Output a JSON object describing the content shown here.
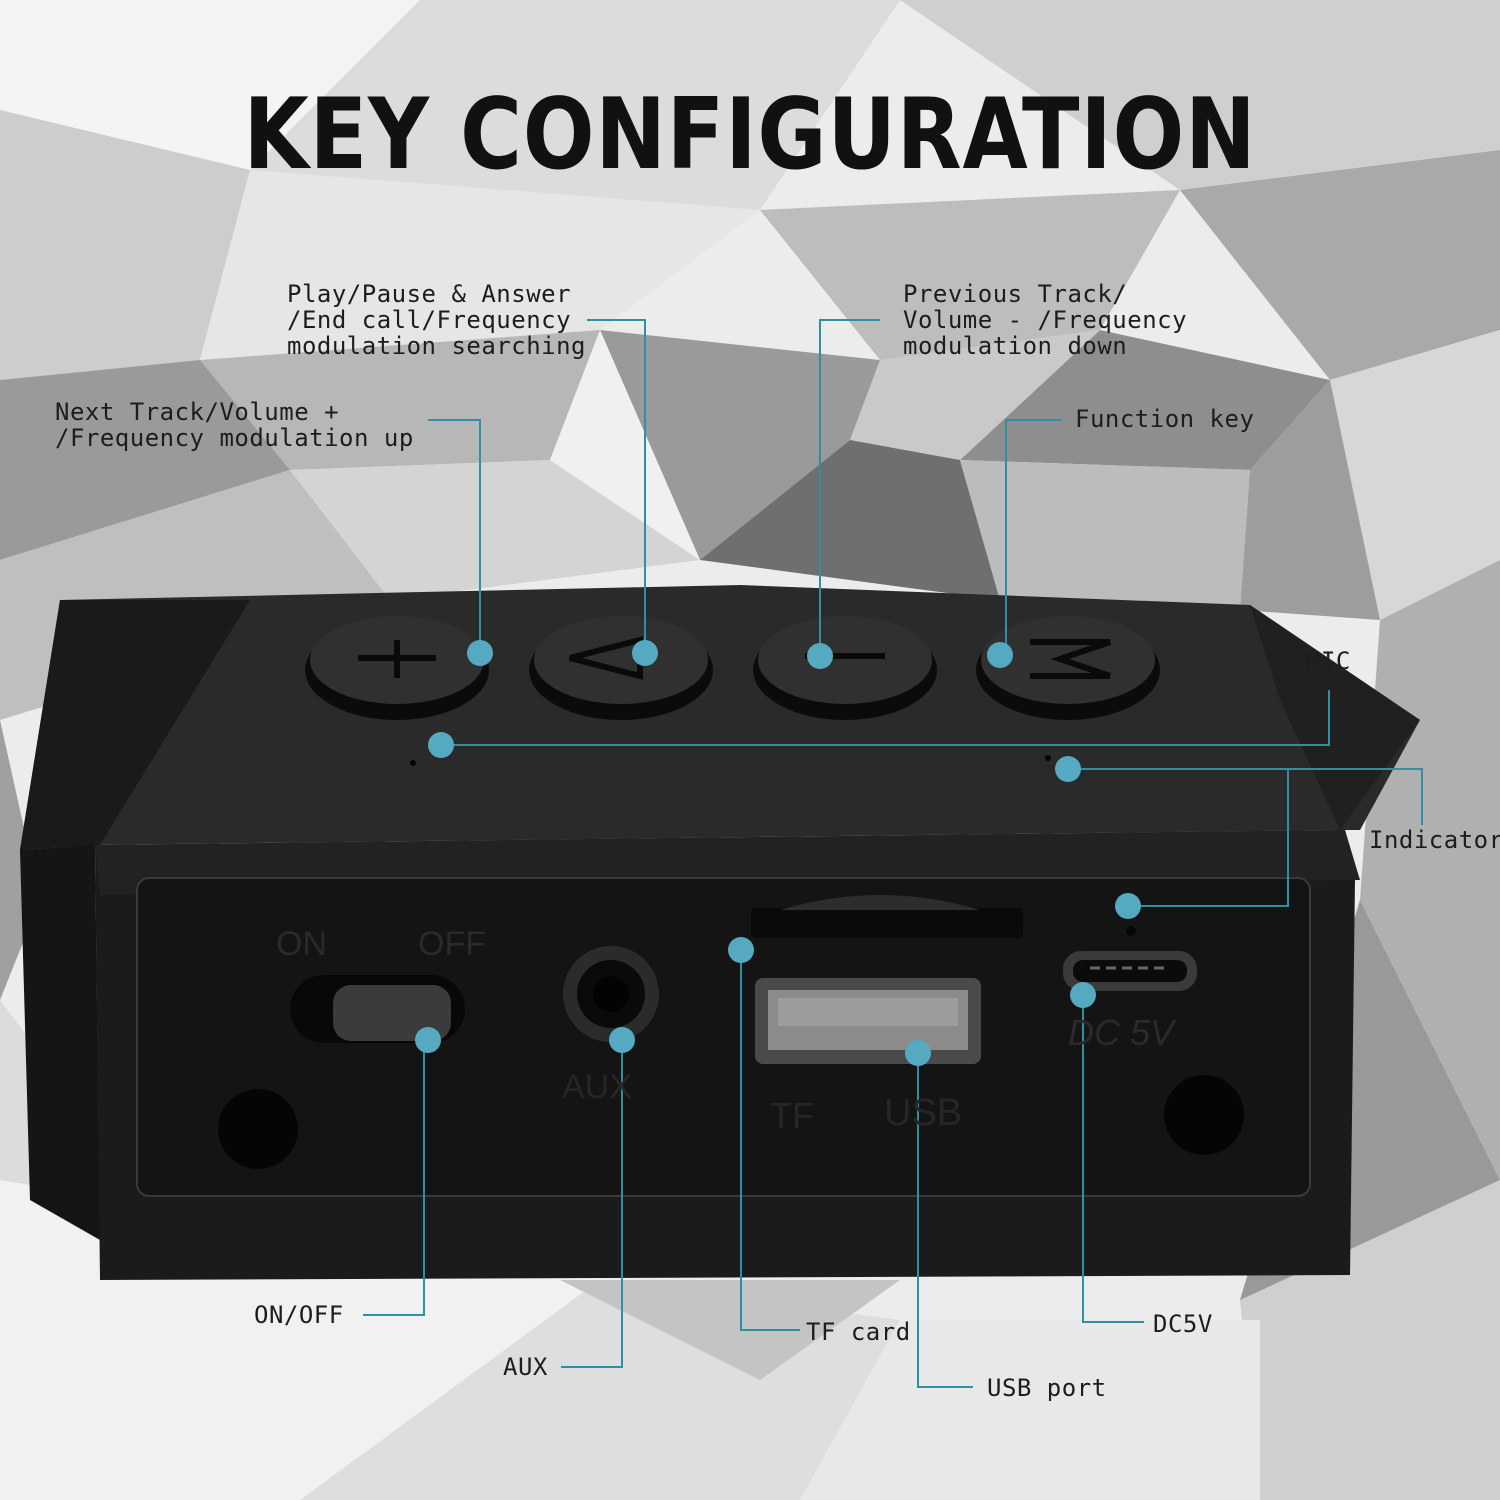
{
  "title": "KEY CONFIGURATION",
  "callouts": {
    "play_pause": [
      "Play/Pause & Answer",
      "/End call/Frequency",
      "modulation searching"
    ],
    "next_track": [
      "Next Track/Volume +",
      "/Frequency modulation up"
    ],
    "previous_track": [
      "Previous Track/",
      "Volume - /Frequency",
      "modulation down"
    ],
    "function_key": "Function key",
    "mic": "MIC",
    "indicator": "Indicator",
    "on_off": "ON/OFF",
    "aux": "AUX",
    "tf_card": "TF card",
    "usb_port": "USB port",
    "dc5v": "DC5V"
  },
  "device_print": {
    "on": "ON",
    "off": "OFF",
    "aux": "AUX",
    "tf": "TF",
    "usb": "USB",
    "dc5v": "DC 5V"
  },
  "colors": {
    "callout_line": "#2f8fa3",
    "marker": "#55a9c0",
    "device_body": "#1b1b1b",
    "background": "#e9e9e9"
  },
  "icons": [
    "plus-icon",
    "play-icon",
    "minus-icon",
    "m-icon"
  ]
}
